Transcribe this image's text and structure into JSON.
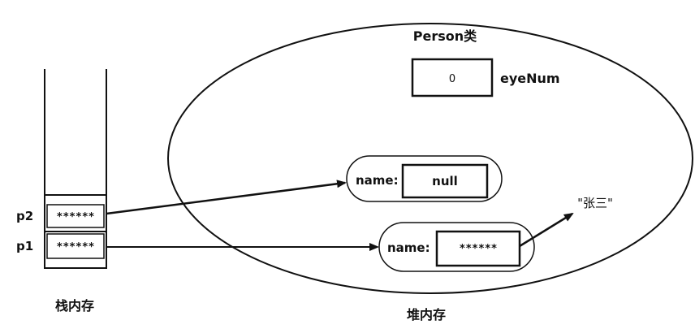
{
  "heap": {
    "class_label": "Person类",
    "class_field": {
      "value": "0",
      "name": "eyeNum"
    },
    "object_null": {
      "field_label": "name:",
      "value": "null"
    },
    "object_ref": {
      "field_label": "name:",
      "value": "******"
    },
    "string_literal": "\"张三\"",
    "caption": "堆内存"
  },
  "stack": {
    "slots": [
      {
        "label": "p2",
        "value": "******"
      },
      {
        "label": "p1",
        "value": "******"
      }
    ],
    "caption": "栈内存"
  }
}
